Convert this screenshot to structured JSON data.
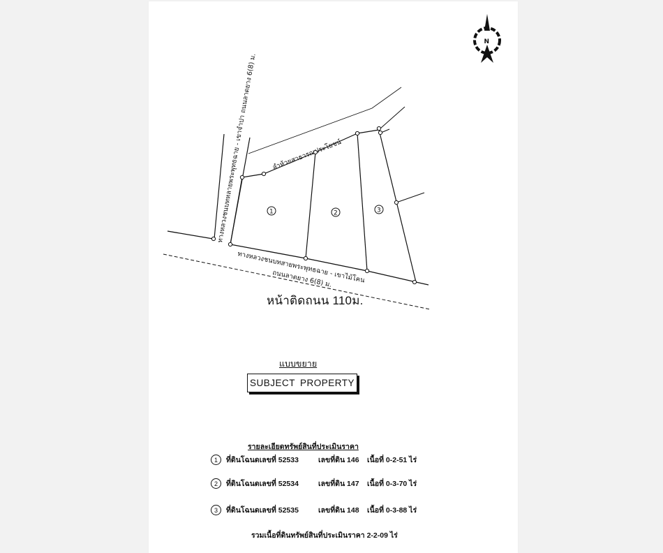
{
  "map": {
    "compass": {
      "label": "N",
      "icon": "north-arrow-icon"
    },
    "roads": {
      "left_vertical": "ทางหลวงชนบทหลายพระพุทธฉาย - เขาจำปา ถนนลาดยาง 6(8) ม.",
      "canal": "ลำห้วยสาธารณประโยชน์",
      "bottom_road_name": "ทางหลวงชนบทสายพระพุทธฉาย - เขาไม้โคน",
      "bottom_road_surface": "ถนนลาดยาง 6(8) ม."
    },
    "parcels": [
      {
        "label": "1"
      },
      {
        "label": "2"
      },
      {
        "label": "3"
      }
    ],
    "frontage": "หน้าติดถนน 110ม."
  },
  "legend": {
    "expand_label": "แบบขยาย",
    "subject_property": "SUBJECT PROPERTY"
  },
  "details": {
    "title": "รายละเอียดทรัพย์สินที่ประเมินราคา",
    "rows": [
      {
        "num": "1",
        "deed": "ที่ดินโฉนดเลขที่ 52533",
        "lot": "เลขที่ดิน 146",
        "area": "เนื้อที่ 0-2-51 ไร่"
      },
      {
        "num": "2",
        "deed": "ที่ดินโฉนดเลขที่ 52534",
        "lot": "เลขที่ดิน 147",
        "area": "เนื้อที่ 0-3-70 ไร่"
      },
      {
        "num": "3",
        "deed": "ที่ดินโฉนดเลขที่ 52535",
        "lot": "เลขที่ดิน 148",
        "area": "เนื้อที่ 0-3-88 ไร่"
      }
    ],
    "total": "รวมเนื้อที่ดินทรัพย์สินที่ประเมินราคา  2-2-09 ไร่"
  },
  "colors": {
    "ink": "#111111",
    "page": "#ffffff",
    "backdrop": "#f2f2f2"
  }
}
